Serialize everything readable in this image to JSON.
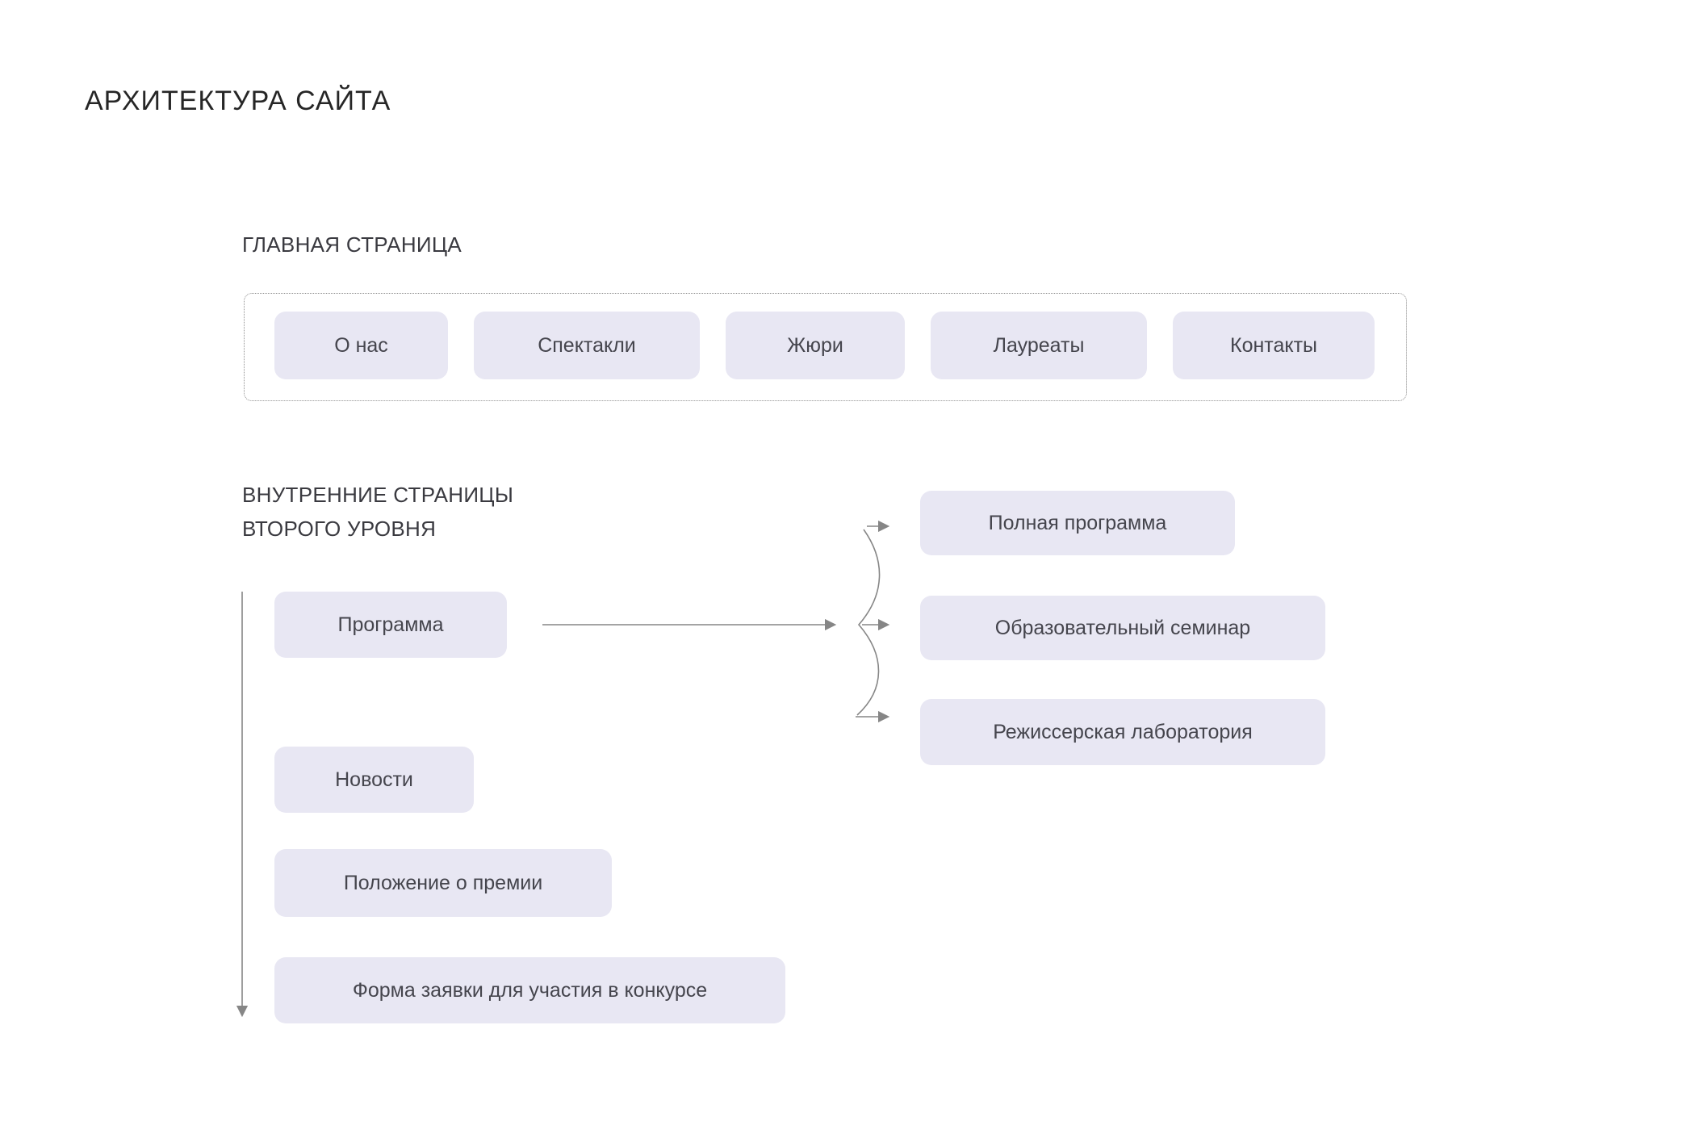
{
  "page": {
    "title": "АРХИТЕКТУРА САЙТА"
  },
  "colors": {
    "background": "#ffffff",
    "node_fill": "#e8e7f3",
    "node_text": "#45454d",
    "heading_text": "#3a3a40",
    "title_text": "#262626",
    "connector_line": "#868686",
    "dashed_border": "#8f8f8f"
  },
  "main_page": {
    "heading": "ГЛАВНАЯ СТРАНИЦА",
    "items": [
      {
        "label": "О нас"
      },
      {
        "label": "Спектакли"
      },
      {
        "label": "Жюри"
      },
      {
        "label": "Лауреаты"
      },
      {
        "label": "Контакты"
      }
    ]
  },
  "second_level": {
    "heading_line1": "ВНУТРЕННИЕ СТРАНИЦЫ",
    "heading_line2": "ВТОРОГО УРОВНЯ",
    "items": [
      {
        "label": "Программа"
      },
      {
        "label": "Новости"
      },
      {
        "label": "Положение о премии"
      },
      {
        "label": "Форма заявки для участия в конкурсе"
      }
    ],
    "program_children": [
      {
        "label": "Полная программа"
      },
      {
        "label": "Образовательный семинар"
      },
      {
        "label": "Режиссерская лаборатория"
      }
    ]
  }
}
